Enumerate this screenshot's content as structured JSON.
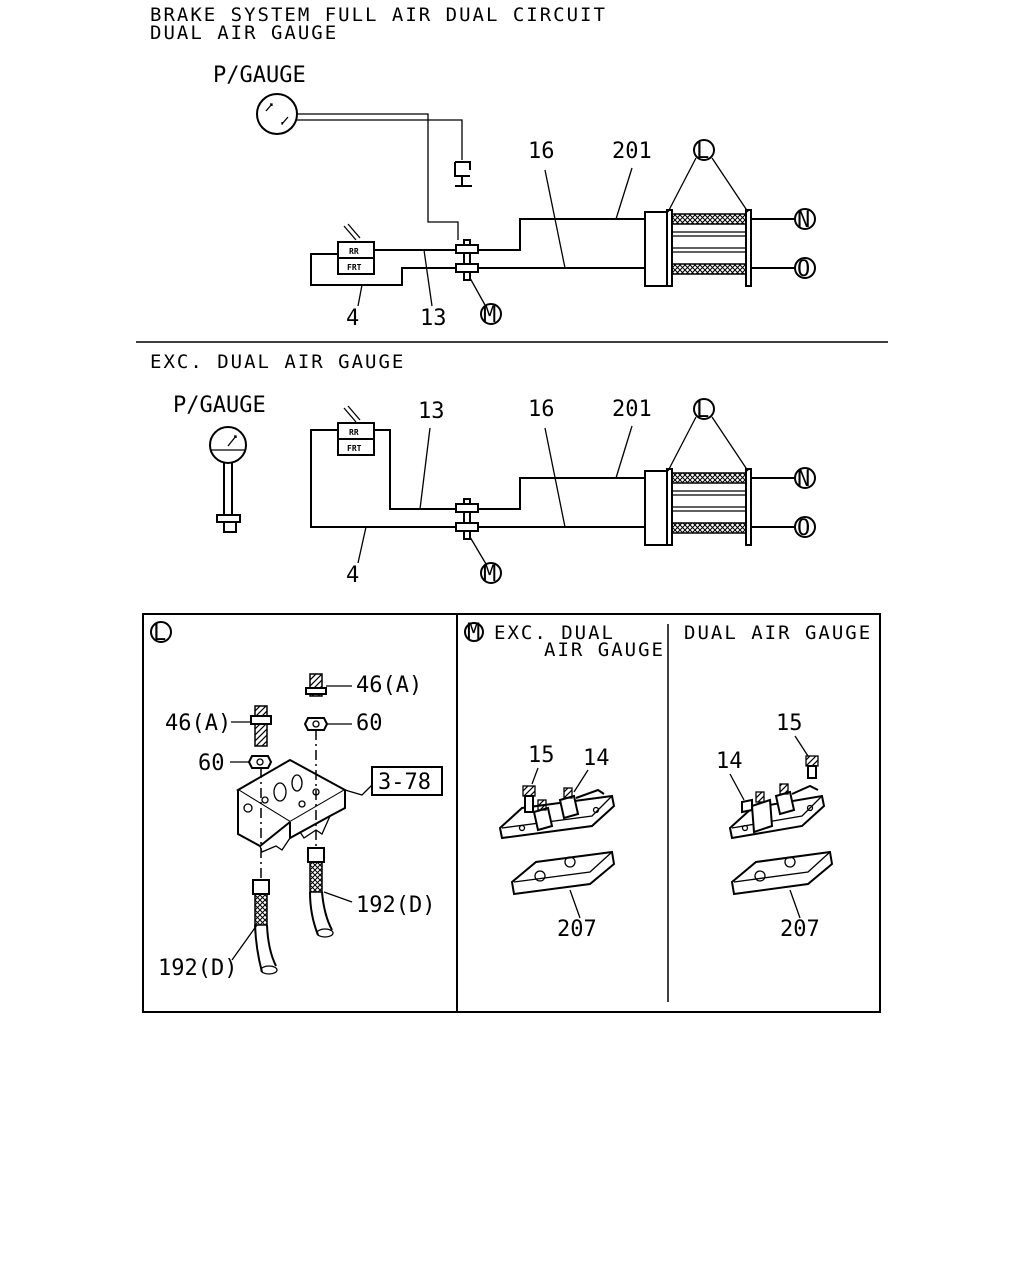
{
  "title": {
    "line1": "BRAKE SYSTEM FULL AIR DUAL CIRCUIT",
    "line2": "DUAL AIR GAUGE"
  },
  "section_top": {
    "gauge_label": "P/GAUGE",
    "callouts": {
      "c16": "16",
      "c201": "201",
      "c4": "4",
      "c13": "13"
    },
    "valve": {
      "rr": "RR",
      "frt": "FRT"
    },
    "circles": {
      "L": "L",
      "N": "N",
      "O": "O",
      "M": "M"
    }
  },
  "section_mid": {
    "heading": "EXC. DUAL AIR GAUGE",
    "gauge_label": "P/GAUGE",
    "callouts": {
      "c13": "13",
      "c16": "16",
      "c201": "201",
      "c4": "4"
    },
    "valve": {
      "rr": "RR",
      "frt": "FRT"
    },
    "circles": {
      "L": "L",
      "N": "N",
      "O": "O",
      "M": "M"
    }
  },
  "detail_L": {
    "circle": "L",
    "labels": {
      "bolt_right": "46(A)",
      "bolt_left": "46(A)",
      "nut_right": "60",
      "nut_left": "60",
      "ref": "3-78",
      "hose_right": "192(D)",
      "hose_left": "192(D)"
    }
  },
  "detail_M": {
    "circle": "M",
    "heading_line1": "EXC. DUAL",
    "heading_line2": "AIR GAUGE",
    "labels": {
      "p15": "15",
      "p14": "14",
      "p207": "207"
    }
  },
  "detail_dual": {
    "heading": "DUAL AIR GAUGE",
    "labels": {
      "p15": "15",
      "p14": "14",
      "p207": "207"
    }
  }
}
